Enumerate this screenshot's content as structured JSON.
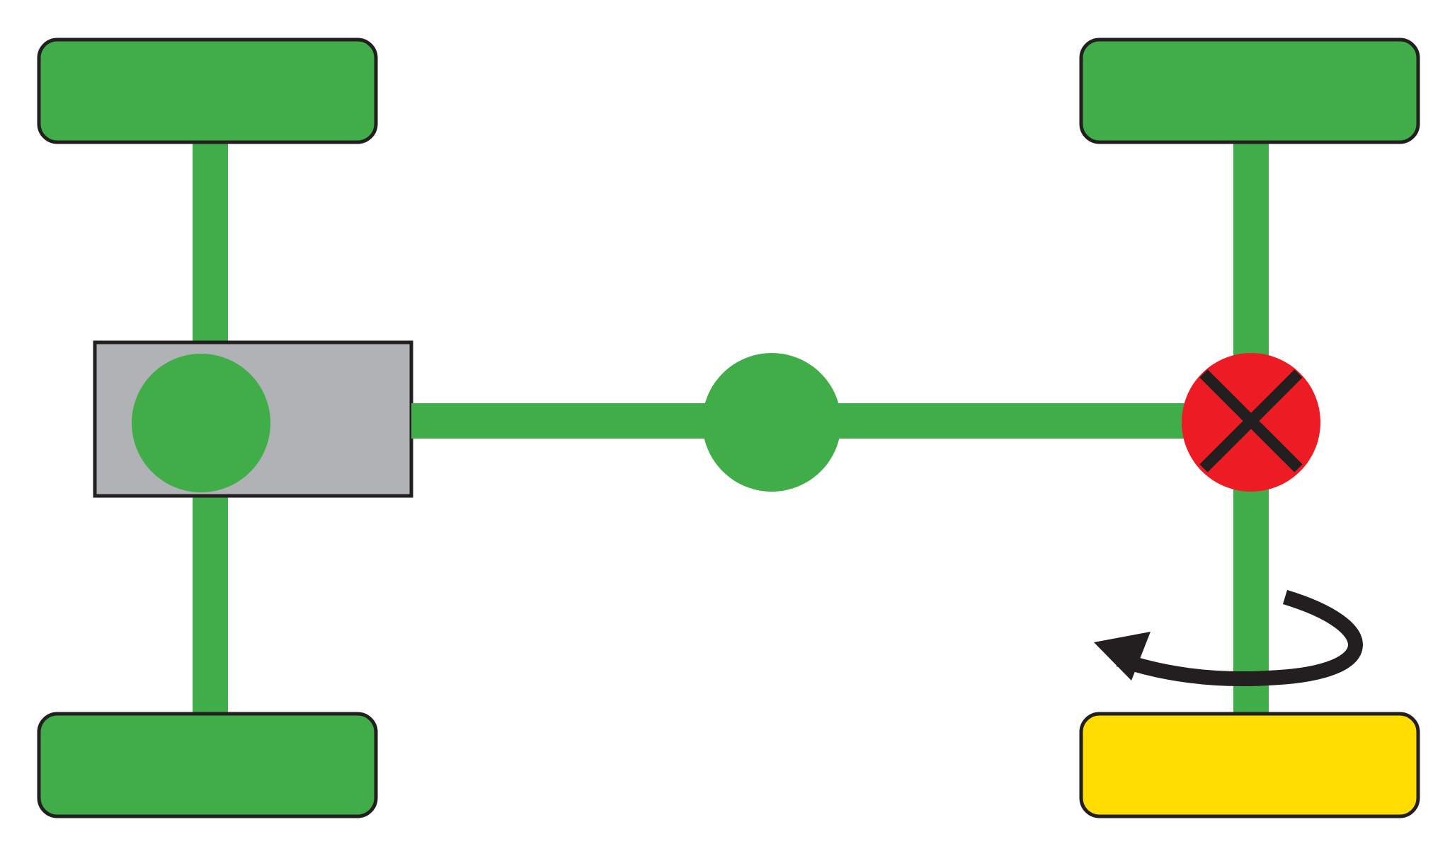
{
  "colors": {
    "background": "#ffffff",
    "engaged": "#41ad49",
    "outline": "#231f20",
    "engine_block": "#b1b2b5",
    "fault": "#ed1c24",
    "slipping_wheel": "#ffdd00"
  },
  "icons": {
    "fault_marker": "x-mark-icon",
    "rotation_marker": "curved-arrow-icon"
  },
  "components": {
    "front_left_wheel": "engaged",
    "rear_left_wheel": "engaged",
    "front_right_wheel": "engaged",
    "rear_right_wheel": "slipping",
    "front_differential": "engaged",
    "center_differential": "engaged",
    "rear_differential": "fault"
  }
}
